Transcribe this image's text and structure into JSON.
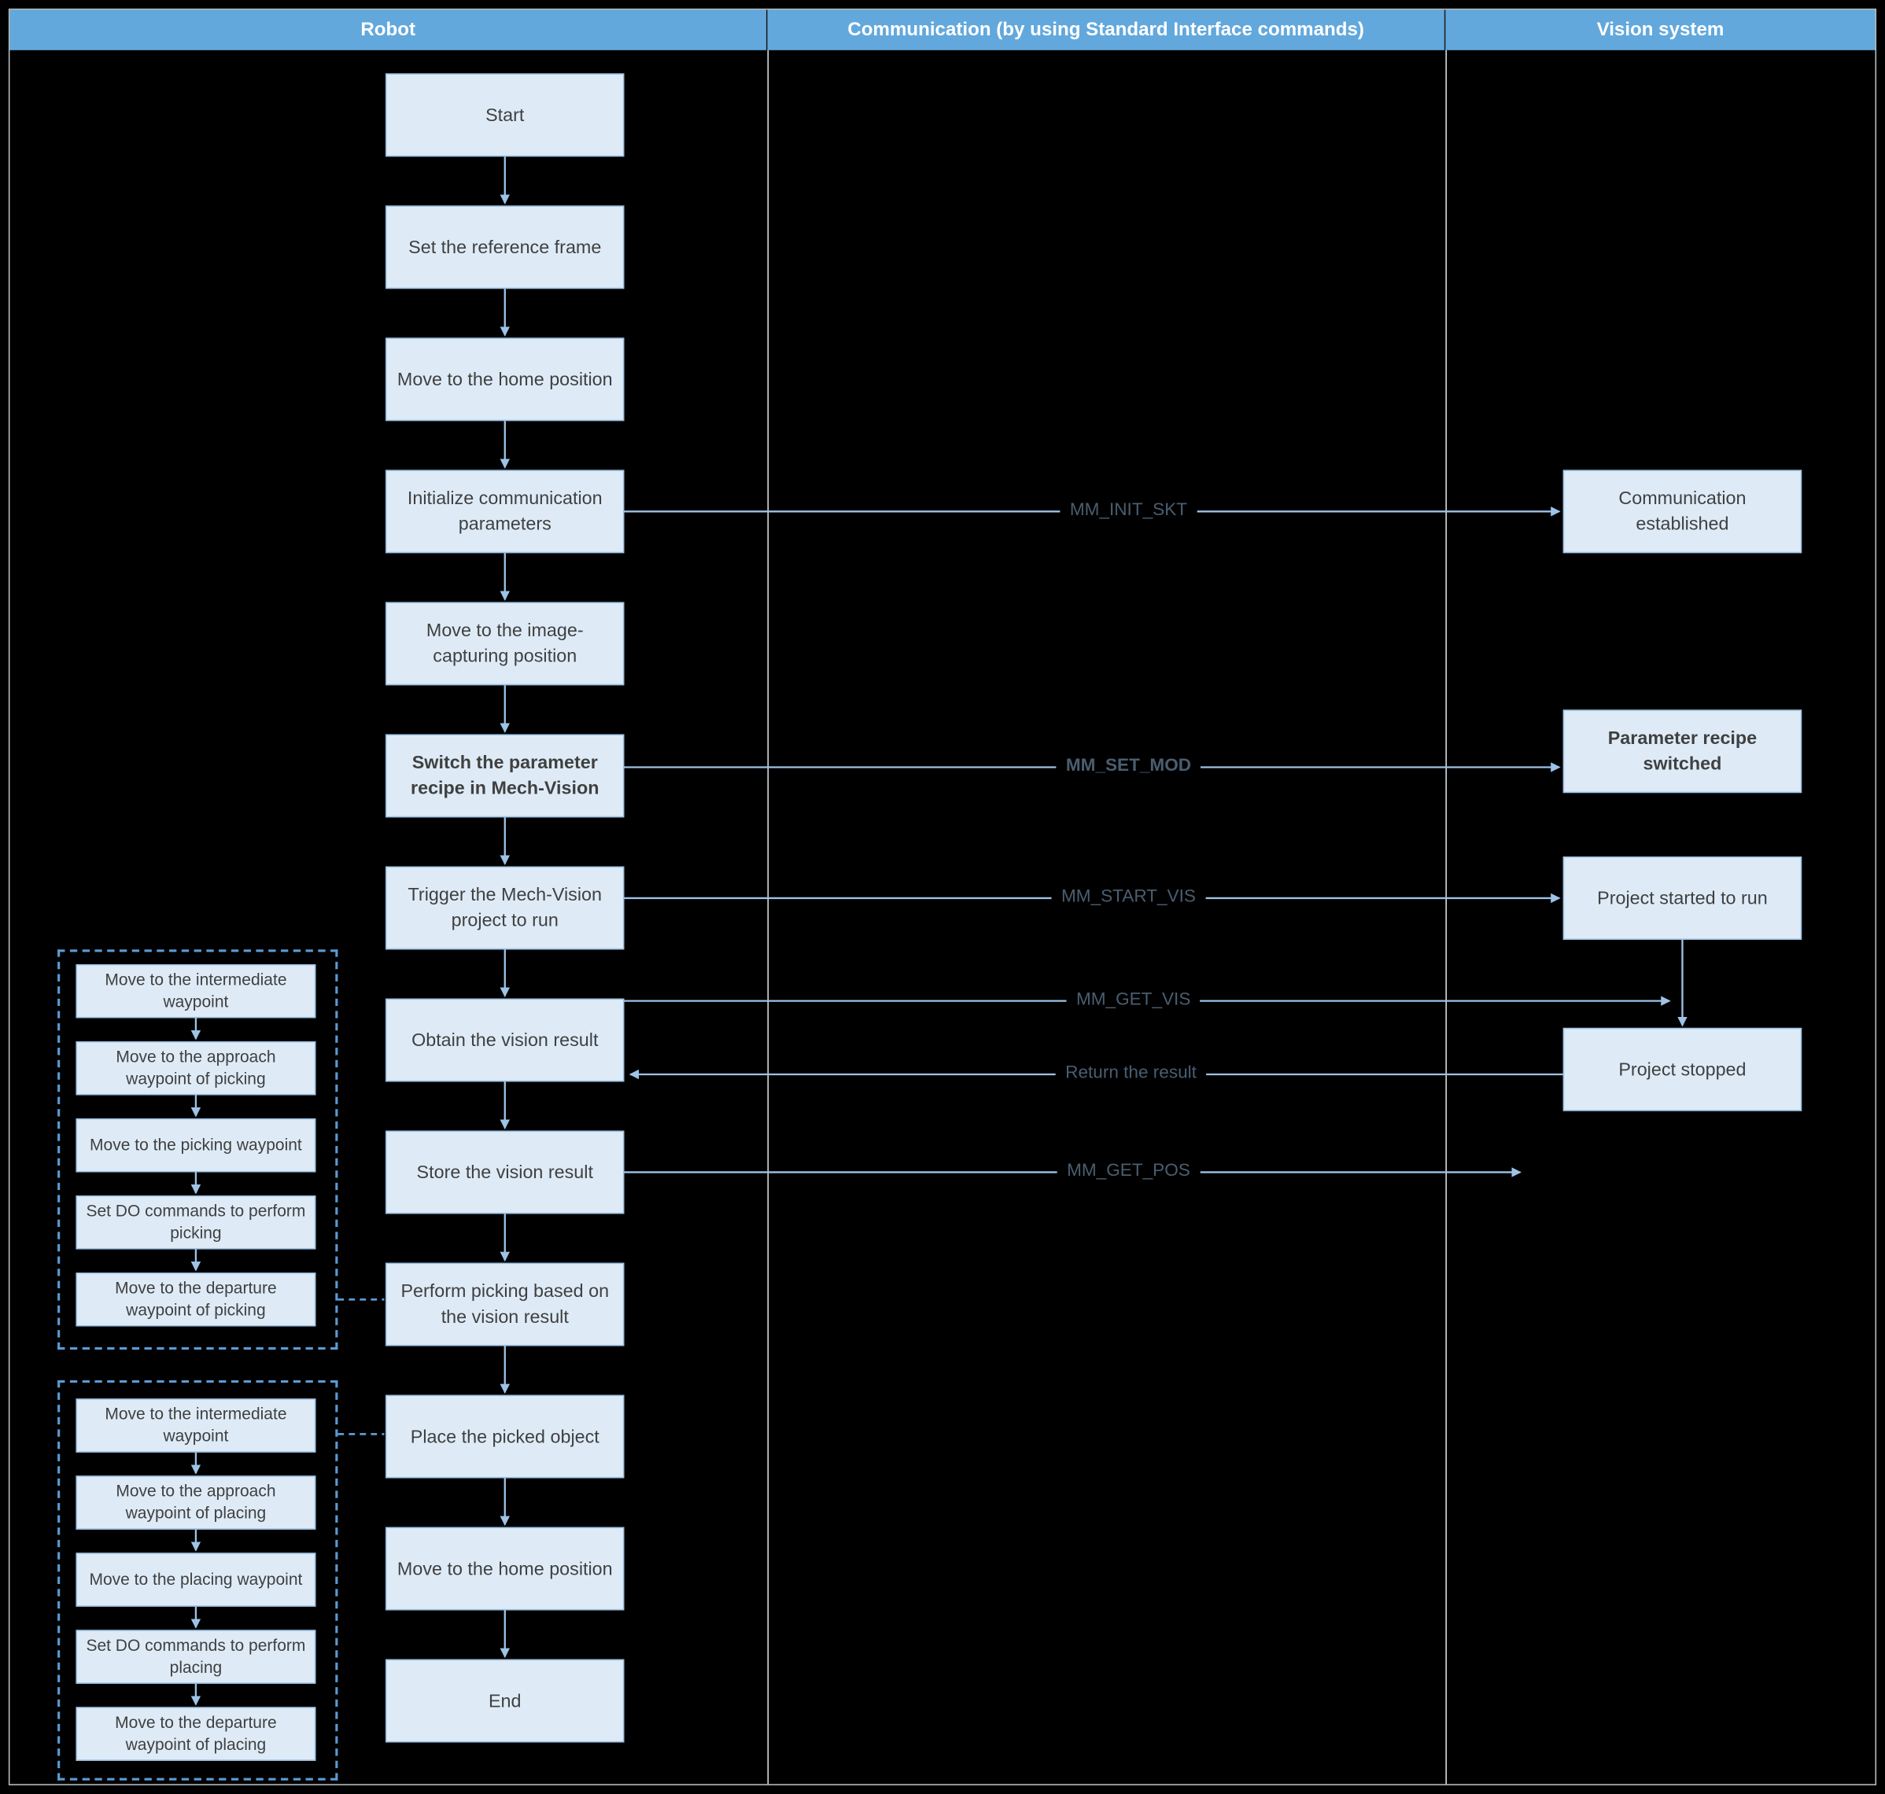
{
  "colors": {
    "background": "#000000",
    "header_bg": "#62a8dc",
    "header_text": "#ffffff",
    "node_bg": "#deebf7",
    "node_border": "#9dc3e6",
    "node_text": "#404040",
    "arrow": "#9dc3e6",
    "command_text": "#4a5e70",
    "group_border": "#5b9bd5",
    "divider": "#dfe3e6"
  },
  "headers": [
    "Robot",
    "Communication (by using Standard Interface commands)",
    "Vision system"
  ],
  "robot_flow": [
    "Start",
    "Set the reference frame",
    "Move to the home position",
    "Initialize communication parameters",
    "Move to the image-capturing position",
    "Switch the parameter recipe in Mech-Vision",
    "Trigger the Mech-Vision project to run",
    "Obtain the vision result",
    "Store the vision result",
    "Perform picking based on the vision result",
    "Place the picked object",
    "Move to the home position",
    "End"
  ],
  "picking_group": [
    "Move to the intermediate waypoint",
    "Move to the approach waypoint of picking",
    "Move to the picking waypoint",
    "Set DO commands to perform picking",
    "Move to the departure waypoint of picking"
  ],
  "placing_group": [
    "Move to the intermediate waypoint",
    "Move to the approach waypoint of placing",
    "Move to the placing waypoint",
    "Set DO commands to perform placing",
    "Move to the departure waypoint of placing"
  ],
  "vision_nodes": [
    "Communication established",
    "Parameter recipe switched",
    "Project started to run",
    "Project stopped"
  ],
  "commands": [
    "MM_INIT_SKT",
    "MM_SET_MOD",
    "MM_START_VIS",
    "MM_GET_VIS",
    "Return the result",
    "MM_GET_POS"
  ]
}
